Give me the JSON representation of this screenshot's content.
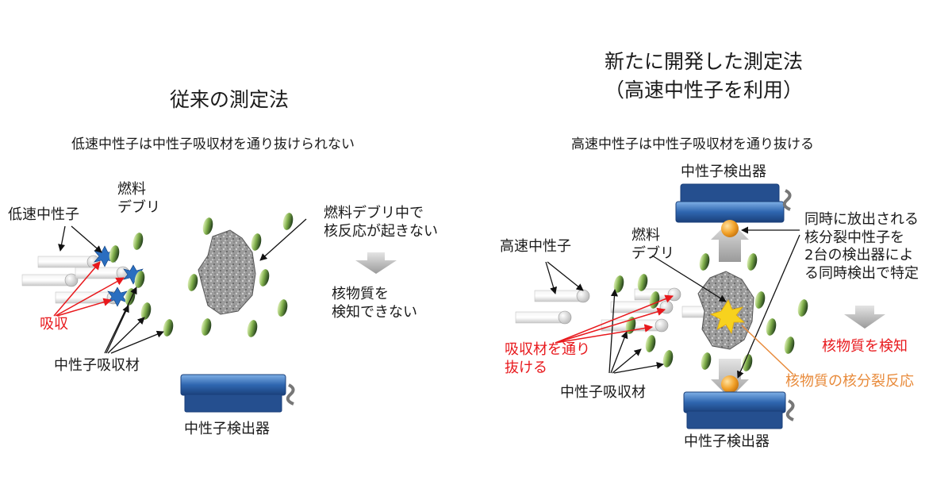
{
  "left": {
    "title": "従来の測定法",
    "subtitle": "低速中性子は中性子吸収材を通り抜けられない",
    "slow_neutron": "低速中性子",
    "fuel_debris": "燃料\nデブリ",
    "no_reaction": "燃料デブリ中で\n核反応が起きない",
    "cannot_detect": "核物質を\n検知できない",
    "absorb": "吸収",
    "absorber": "中性子吸収材",
    "detector": "中性子検出器"
  },
  "right": {
    "title_line1": "新たに開発した測定法",
    "title_line2": "（高速中性子を利用）",
    "subtitle": "高速中性子は中性子吸収材を通り抜ける",
    "detector_top": "中性子検出器",
    "fast_neutron": "高速中性子",
    "fuel_debris": "燃料\nデブリ",
    "coincidence": "同時に放出される\n核分裂中性子を\n2台の検出器によ\nる同時検出で特定",
    "detect_material": "核物質を検知",
    "pass_through": "吸収材を通り\n抜ける",
    "fission": "核物質の核分裂反応",
    "absorber": "中性子吸収材",
    "detector_bottom": "中性子検出器"
  },
  "colors": {
    "red": "#e8181c",
    "orange": "#e88a3a",
    "detector_blue": "#2f66b0",
    "absorber_green": "#7fae4a"
  }
}
